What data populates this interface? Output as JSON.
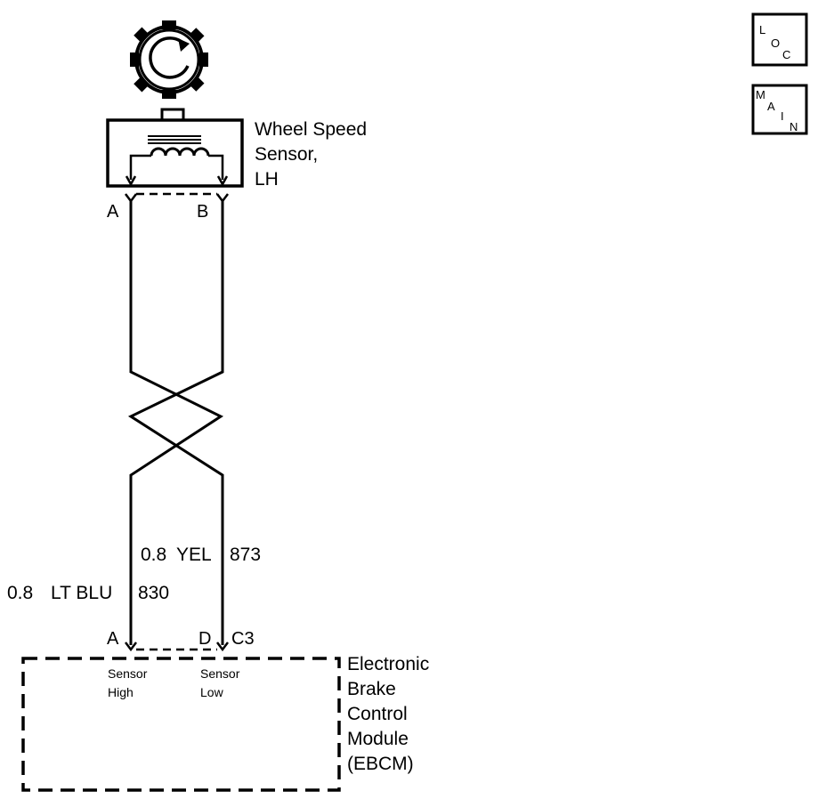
{
  "sensor": {
    "name_lines": [
      "Wheel Speed",
      "Sensor,",
      "LH"
    ],
    "pin_a": "A",
    "pin_b": "B"
  },
  "wires": [
    {
      "gauge": "0.8",
      "color": "LT BLU",
      "circuit": "830"
    },
    {
      "gauge": "0.8",
      "color": "YEL",
      "circuit": "873"
    }
  ],
  "module": {
    "name_lines": [
      "Electronic",
      "Brake",
      "Control",
      "Module",
      "(EBCM)"
    ],
    "pin_a": "A",
    "pin_d": "D",
    "connector": "C3",
    "pin_a_desc": [
      "Sensor",
      "High"
    ],
    "pin_d_desc": [
      "Sensor",
      "Low"
    ]
  },
  "nav": {
    "loc": {
      "letters": [
        "L",
        "O",
        "C"
      ]
    },
    "main": {
      "letters": [
        "M",
        "A",
        "I",
        "N"
      ]
    }
  }
}
